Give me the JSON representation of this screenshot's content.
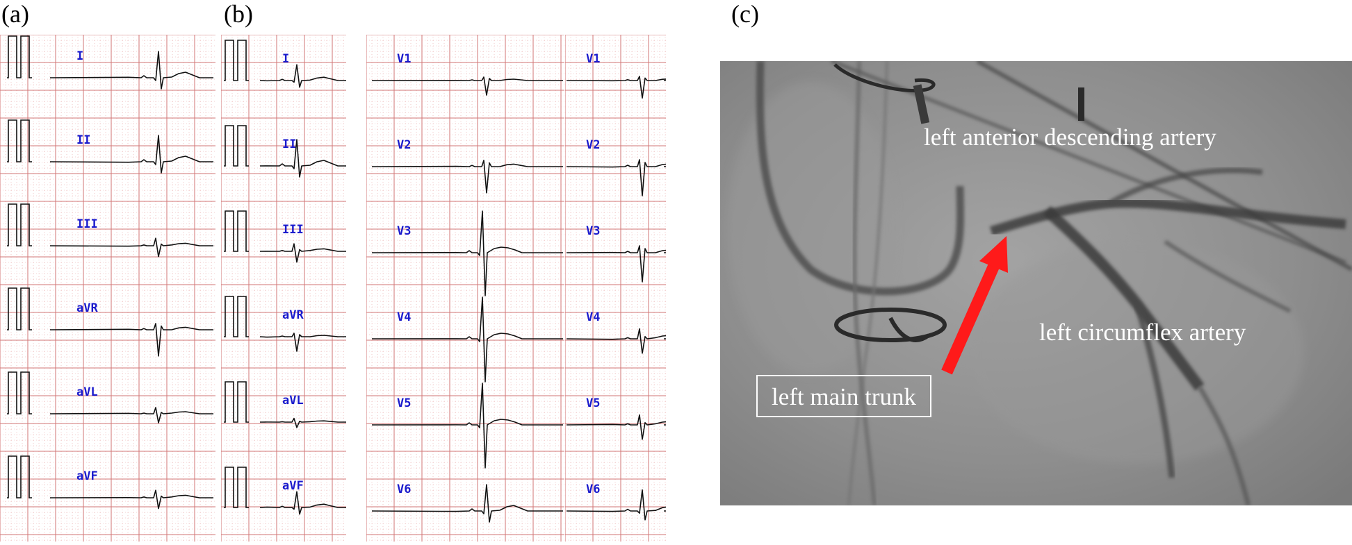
{
  "panels": {
    "a": "(a)",
    "b": "(b)",
    "c": "(c)"
  },
  "limb_leads": [
    "I",
    "II",
    "III",
    "aVR",
    "aVL",
    "aVF"
  ],
  "chest_leads": [
    "V1",
    "V2",
    "V3",
    "V4",
    "V5",
    "V6"
  ],
  "angiogram": {
    "labels": {
      "lad": "left anterior descending artery",
      "lcx": "left circumflex artery",
      "lmt": "left main trunk"
    },
    "arrow_color": "#ff1a1a"
  },
  "colors": {
    "grid_minor": "#e8a3a3",
    "grid_major": "#d27575",
    "trace": "#111111",
    "lead_label": "#1a1acc"
  }
}
